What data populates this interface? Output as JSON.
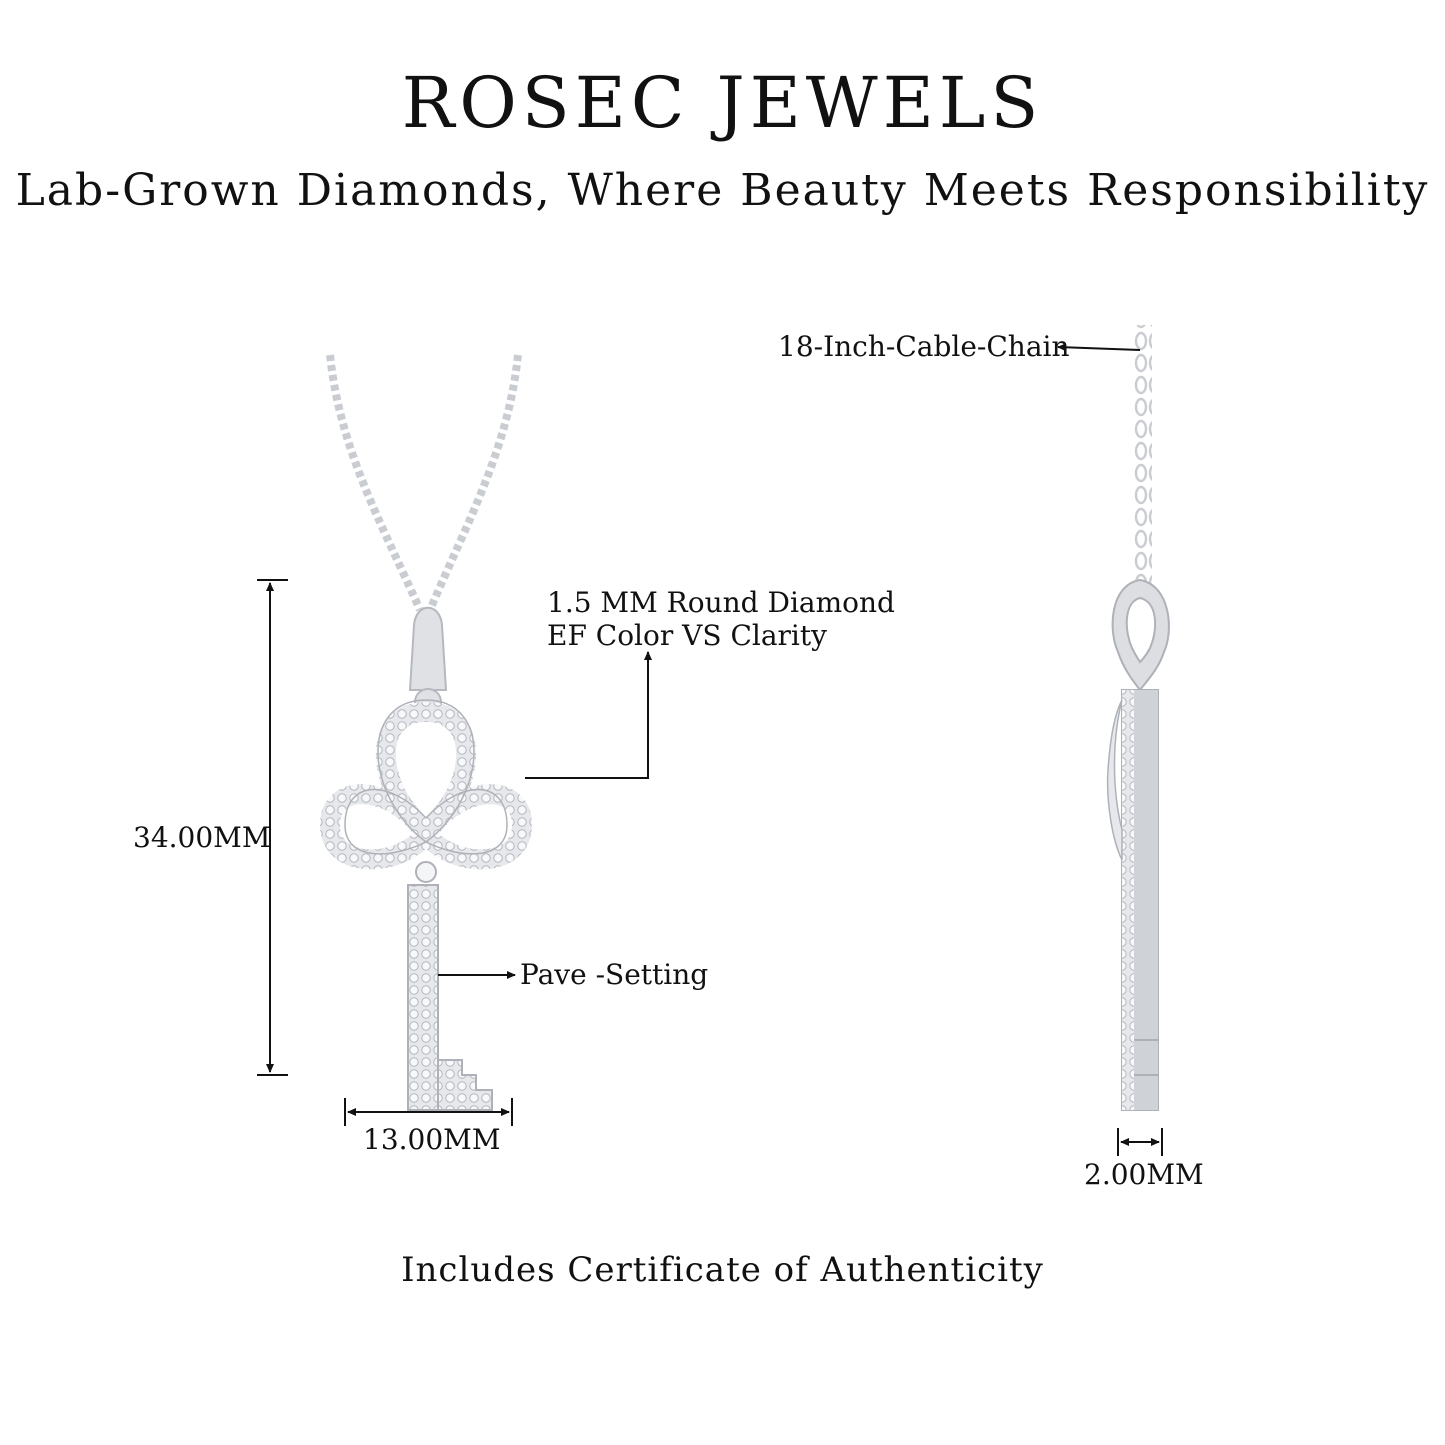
{
  "header": {
    "brand": "ROSEC JEWELS",
    "tagline": "Lab-Grown Diamonds, Where Beauty Meets Responsibility"
  },
  "annotations": {
    "chain": "18-Inch-Cable-Chain",
    "stone_line1": "1.5 MM Round Diamond",
    "stone_line2": "EF Color VS Clarity",
    "setting": "Pave -Setting",
    "height": "34.00MM",
    "width": "13.00MM",
    "thickness": "2.00MM"
  },
  "footer": {
    "note": "Includes Certificate of Authenticity"
  },
  "colors": {
    "metal": "#d9dbde",
    "metal_shade": "#b9bcc1",
    "diamond": "#f4f5f7",
    "ink": "#111111"
  }
}
